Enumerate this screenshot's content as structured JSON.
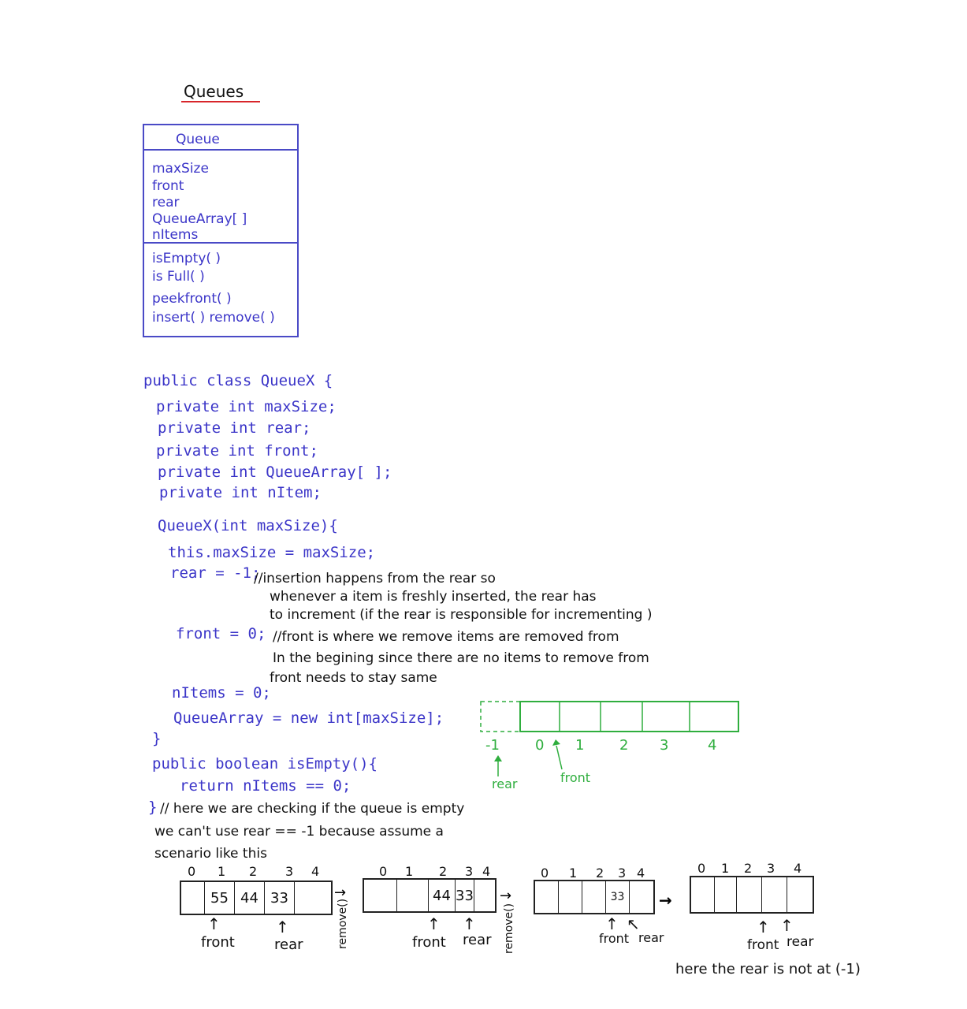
{
  "title": "Queues",
  "uml": {
    "class_name": "Queue",
    "fields": [
      "maxSize",
      "front",
      "rear",
      "QueueArray[ ]",
      "nItems"
    ],
    "methods": [
      "isEmpty( )",
      "is Full( )",
      "peekfront( )",
      "insert( ) remove( )"
    ]
  },
  "code": {
    "class_decl": "public class QueueX {",
    "fields": [
      "private int maxSize;",
      "private int rear;",
      "private int front;",
      "private int QueueArray[ ];",
      "private int nItem;"
    ],
    "ctor": "QueueX(int maxSize){",
    "this_line": "this.maxSize = maxSize;",
    "rear_line": "rear = -1;",
    "rear_comment": [
      "//insertion happens from the rear so",
      "whenever a item is freshly inserted, the rear has",
      "to increment (if the rear is responsible for incrementing )"
    ],
    "front_line": "front = 0;",
    "front_comment": [
      "//front is where we remove items are removed from",
      "In the begining since there are no items to remove from",
      "front needs to stay same"
    ],
    "nitems_line": "nItems = 0;",
    "array_line": "QueueArray = new int[maxSize];",
    "close1": "}",
    "isempty_decl": "public boolean isEmpty(){",
    "isempty_return": "return nItems == 0;",
    "close2": "}",
    "explain": [
      "// here we are checking if the queue is empty",
      "we can't use rear == -1 because assume a",
      "scenario like this"
    ]
  },
  "green_diagram": {
    "indices": [
      "-1",
      "0",
      "1",
      "2",
      "3",
      "4"
    ],
    "rear_label": "rear",
    "front_label": "front",
    "color": "#2fae3e"
  },
  "scenario": [
    {
      "indices": [
        "0",
        "1",
        "2",
        "3",
        "4"
      ],
      "cells": [
        "",
        "55",
        "44",
        "33",
        ""
      ],
      "front": "front",
      "rear": "rear",
      "action": "remove()"
    },
    {
      "indices": [
        "0",
        "1",
        "2",
        "3",
        "4"
      ],
      "cells": [
        "",
        "",
        "44",
        "33",
        ""
      ],
      "front": "front",
      "rear": "rear",
      "action": "remove()"
    },
    {
      "indices": [
        "0",
        "1",
        "2",
        "3",
        "4"
      ],
      "cells": [
        "",
        "",
        "",
        "33",
        ""
      ],
      "front": "front",
      "rear": "rear"
    },
    {
      "indices": [
        "0",
        "1",
        "2",
        "3",
        "4"
      ],
      "cells": [
        "",
        "",
        "",
        "",
        ""
      ],
      "front": "front",
      "rear": "rear"
    }
  ],
  "footer_note": "here the rear is not at (-1)"
}
